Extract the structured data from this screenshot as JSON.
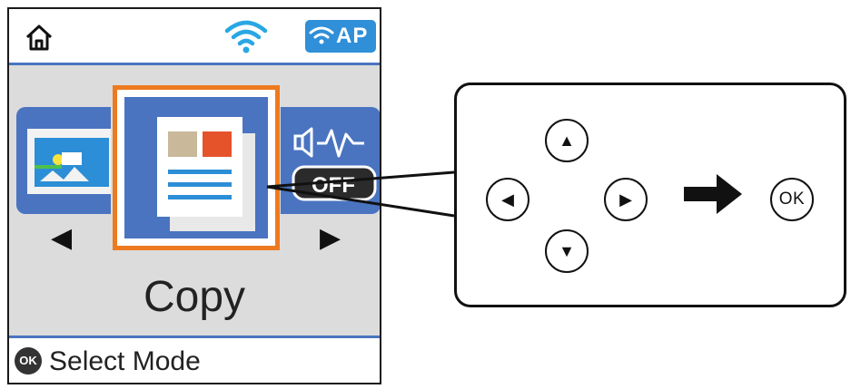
{
  "lcd": {
    "status": {
      "home_icon": "home-icon",
      "wifi_icon": "wifi-icon",
      "ap_label": "AP"
    },
    "modes": {
      "left_icon": "photo-scan-icon",
      "selected_icon": "copy-document-icon",
      "right_icon": "sound-off-icon",
      "right_badge": "OFF",
      "selected_label": "Copy"
    },
    "footer": {
      "ok_badge": "OK",
      "hint": "Select Mode"
    }
  },
  "panel": {
    "up_icon": "up-arrow-icon",
    "down_icon": "down-arrow-icon",
    "left_icon": "left-arrow-icon",
    "right_icon": "right-arrow-icon",
    "then_icon": "next-step-arrow-icon",
    "ok_label": "OK"
  },
  "colors": {
    "accent_blue": "#4a74c0",
    "selection_orange": "#ee7a1f",
    "ap_blue": "#2f8fd8"
  }
}
